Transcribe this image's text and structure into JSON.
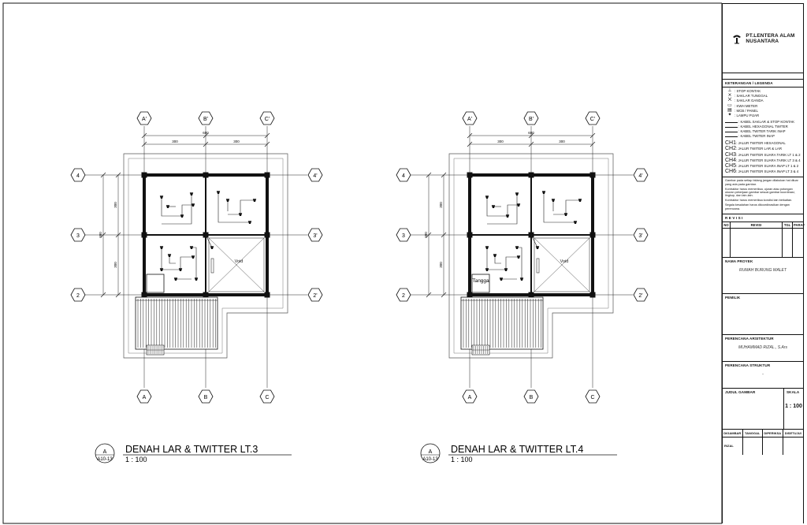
{
  "plans": [
    {
      "title": "DENAH LAR & TWITTER LT.3",
      "scale": "1 : 100",
      "tag_letter": "A",
      "tag_ref": "A10-13",
      "void_label": "Void",
      "stair_label": ""
    },
    {
      "title": "DENAH LAR & TWITTER LT.4",
      "scale": "1 : 100",
      "tag_letter": "A",
      "tag_ref": "A10-13",
      "void_label": "Void",
      "stair_label": "Tangga"
    }
  ],
  "grid": {
    "top_labels": [
      "A'",
      "B'",
      "C'"
    ],
    "bottom_labels": [
      "A",
      "B",
      "C"
    ],
    "left_labels": [
      "4",
      "3",
      "2"
    ],
    "right_labels": [
      "4'",
      "3'",
      "2'"
    ],
    "dim_total": "600",
    "dim_part_1": "300",
    "dim_part_2": "300",
    "dim_vert_total": "600",
    "dim_vert_1": "300",
    "dim_vert_2": "300"
  },
  "titleblock": {
    "company_line1": "PT.LENTERA ALAM",
    "company_line2": "NUSANTARA",
    "legend_heading": "KETERANGAN / LEGENDA",
    "legend": [
      {
        "icon": "stop-kontak-icon",
        "glyph": "⊥",
        "label": ": STOP KONTAK"
      },
      {
        "icon": "saklar-tunggal-icon",
        "glyph": "⨯",
        "label": ": SAKLAR TUNGGAL"
      },
      {
        "icon": "saklar-ganda-icon",
        "glyph": "⨉",
        "label": ": SAKLAR GANDA"
      },
      {
        "icon": "kwh-meter-icon",
        "glyph": "▭",
        "label": ": KWH METER"
      },
      {
        "icon": "mcb-panel-icon",
        "glyph": "▤",
        "label": ": MCB / PANEL"
      },
      {
        "icon": "lampu-pijar-icon",
        "glyph": "✦",
        "label": ": LAMPU PIJAR"
      }
    ],
    "cables": [
      {
        "label": ": KABEL SAKLAR & STOP KONTAK"
      },
      {
        "label": ": KABEL HEXAGONAL TWITER"
      },
      {
        "label": ": KABEL TWITER TARIK INAP"
      },
      {
        "label": ": KABEL TWITER INAP"
      }
    ],
    "channels": [
      {
        "code": "CH1",
        "label": ": JALUR TWITER HEXAGONAL"
      },
      {
        "code": "CH2",
        "label": ": JALUR TWITER LAR & LAR"
      },
      {
        "code": "CH3",
        "label": ": JALUR TWITER SUARA TARIK LT 1 & 2"
      },
      {
        "code": "CH4",
        "label": ": JALUR TWITER SUARA TARIK LT 3 & 4"
      },
      {
        "code": "CH5",
        "label": ": JALUR TWITER SUARA INAP LT 1 & 2"
      },
      {
        "code": "CH6",
        "label": ": JALUR TWITER SUARA INAP LT 3 & 4"
      }
    ],
    "notes": [
      "Gambar pada setiap bidang jangan dilakukan hal diluar yang ada pada gambar.",
      "Kontraktor harus memeriksa, ujuran atau potongan ukuran pekerjaan gambar sesuai gambar koordinasi, lingkup, dan lain-lain.",
      "Kontraktor harus memeriksa kondisi lain berkaitan.",
      "Segala kesalahan harus dikoordinasikan dengan perencana."
    ],
    "revisi_heading": "R E V I S I",
    "revisi_cols": [
      "NO",
      "REVISI",
      "TGL",
      "PARAF"
    ],
    "nama_proyek_label": "NAMA PROYEK",
    "nama_proyek": "RUMAH BURUNG WALET",
    "pemilik_label": "PEMILIK",
    "pemilik": "",
    "arsitektur_label": "PERENCANA ARSITEKTUR",
    "arsitektur": "MUHAMMAD RIZAL., S.Ars",
    "struktur_label": "PERENCANA STRUKTUR",
    "struktur": "-",
    "judul_label": "JUDUL GAMBAR",
    "skala_label": "SKALA",
    "skala": "1 : 100",
    "sign_cols": [
      "DIGAMBAR",
      "TANGGAL",
      "DIPERIKSA",
      "DISETUJUI"
    ],
    "drawn_by": "RIZAL"
  }
}
